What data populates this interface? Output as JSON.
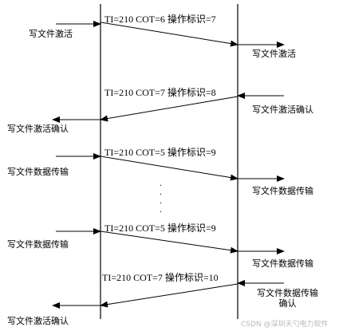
{
  "messages": [
    {
      "text": "TI=210 COT=6 操作标识=7",
      "dir": "right",
      "left_label": "写文件激活",
      "right_label": "写文件激活"
    },
    {
      "text": "TI=210 COT=7  操作标识=8",
      "dir": "left",
      "left_label": "写文件激活确认",
      "right_label": "写文件激活确认"
    },
    {
      "text": "TI=210 COT=5  操作标识=9",
      "dir": "right",
      "left_label": "写文件数据传输",
      "right_label": "写文件数据传输"
    },
    {
      "text": "TI=210 COT=5  操作标识=9",
      "dir": "right",
      "left_label": "写文件数据传输",
      "right_label": "写文件数据传输"
    },
    {
      "text": "TI=210 COT=7  操作标识=10",
      "dir": "left",
      "left_label": "写文件激活确认",
      "right_label": "写文件数据传输\n确认"
    }
  ],
  "ellipsis": "·\n·\n·\n·",
  "watermark": "CSDN @深圳天勺电力软件"
}
